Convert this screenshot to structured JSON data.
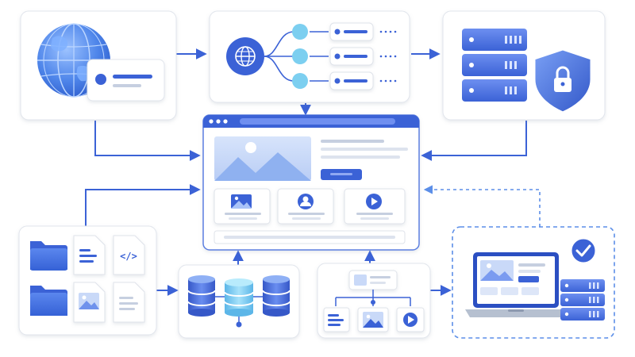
{
  "diagram": {
    "nodes": [
      {
        "id": "global-network-card",
        "icon": "globe-icon"
      },
      {
        "id": "dns-routing-card",
        "icon": "network-hub-icon"
      },
      {
        "id": "secure-server-card",
        "icon": "server-shield-icon"
      },
      {
        "id": "website-preview-card",
        "icon": "browser-window-icon"
      },
      {
        "id": "files-card",
        "icon": "folder-icon"
      },
      {
        "id": "database-cluster-card",
        "icon": "database-icon"
      },
      {
        "id": "content-hierarchy-card",
        "icon": "sitemap-icon"
      },
      {
        "id": "deployment-card",
        "icon": "laptop-check-icon"
      }
    ],
    "edges": [
      {
        "from": "global-network-card",
        "to": "dns-routing-card"
      },
      {
        "from": "dns-routing-card",
        "to": "secure-server-card"
      },
      {
        "from": "dns-routing-card",
        "to": "website-preview-card"
      },
      {
        "from": "global-network-card",
        "to": "website-preview-card"
      },
      {
        "from": "secure-server-card",
        "to": "website-preview-card"
      },
      {
        "from": "files-card",
        "to": "website-preview-card"
      },
      {
        "from": "files-card",
        "to": "database-cluster-card"
      },
      {
        "from": "database-cluster-card",
        "to": "website-preview-card"
      },
      {
        "from": "content-hierarchy-card",
        "to": "website-preview-card"
      },
      {
        "from": "content-hierarchy-card",
        "to": "deployment-card"
      },
      {
        "from": "deployment-card",
        "to": "website-preview-card",
        "style": "dashed"
      }
    ]
  },
  "colors": {
    "accent": "#3b62d6",
    "accent_light": "#6c8ff0",
    "cyan": "#7ccff0",
    "card_border": "#dfe3ea",
    "dashed_border": "#5b8ee8"
  }
}
